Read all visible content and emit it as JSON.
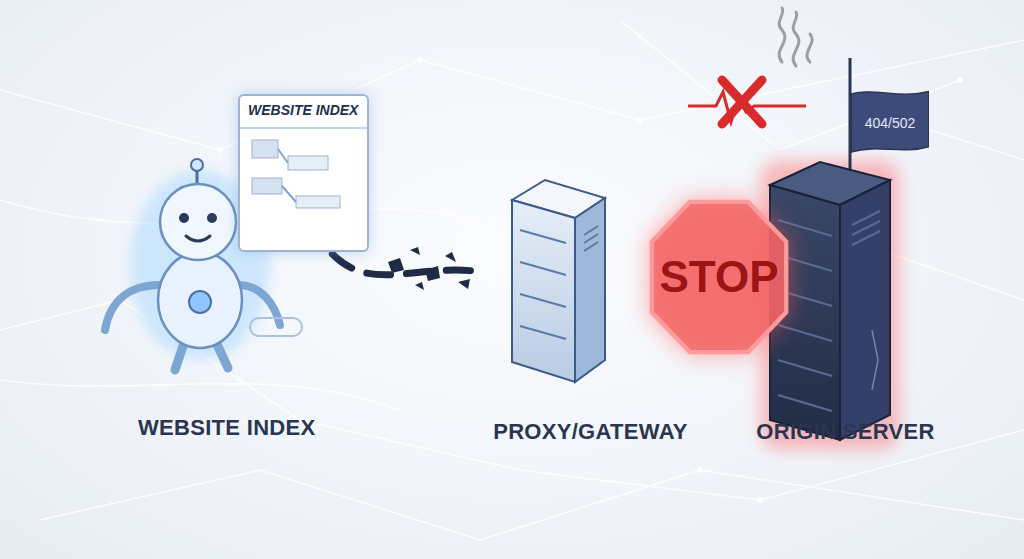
{
  "diagram": {
    "nodes": [
      {
        "text": [
          "WEBSITE INDEX"
        ]
      },
      {
        "text": [
          "PROXY/GATEWAY"
        ]
      },
      {
        "text": [
          "STOP"
        ]
      },
      {
        "text": [
          "ORIGIN SERVER"
        ]
      },
      {
        "text": [
          "404/502"
        ]
      }
    ],
    "edges": [
      {
        "from": 0,
        "to": 1,
        "arrow": "none"
      }
    ],
    "labels": [
      "WEBSITE INDEX"
    ]
  }
}
